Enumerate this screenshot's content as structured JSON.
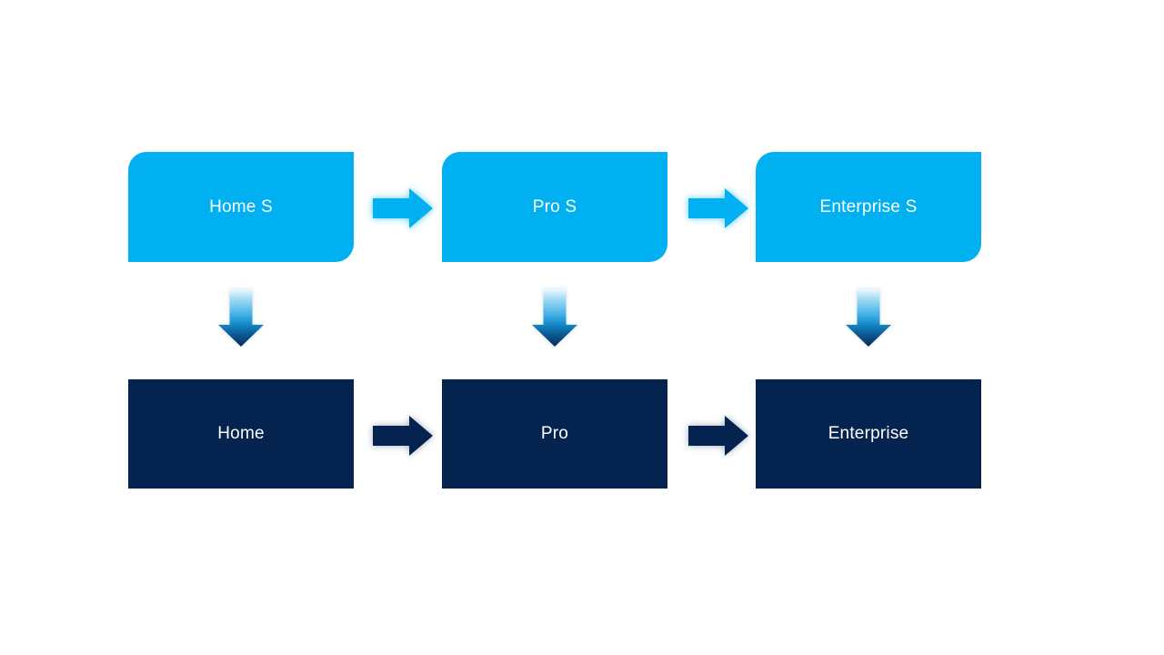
{
  "diagram": {
    "type": "flow",
    "background": "#FFFFFF",
    "colors": {
      "light_blue": "#00B0F0",
      "dark_navy": "#04234F",
      "text": "#FFFFFF"
    },
    "columns": [
      {
        "top_label": "Home S",
        "bottom_label": "Home"
      },
      {
        "top_label": "Pro S",
        "bottom_label": "Pro"
      },
      {
        "top_label": "Enterprise S",
        "bottom_label": "Enterprise"
      }
    ],
    "connections": {
      "horizontal_top": [
        "Home S → Pro S",
        "Pro S → Enterprise S"
      ],
      "horizontal_bottom": [
        "Home → Pro",
        "Pro → Enterprise"
      ],
      "vertical": [
        "Home S → Home",
        "Pro S → Pro",
        "Enterprise S → Enterprise"
      ]
    }
  }
}
